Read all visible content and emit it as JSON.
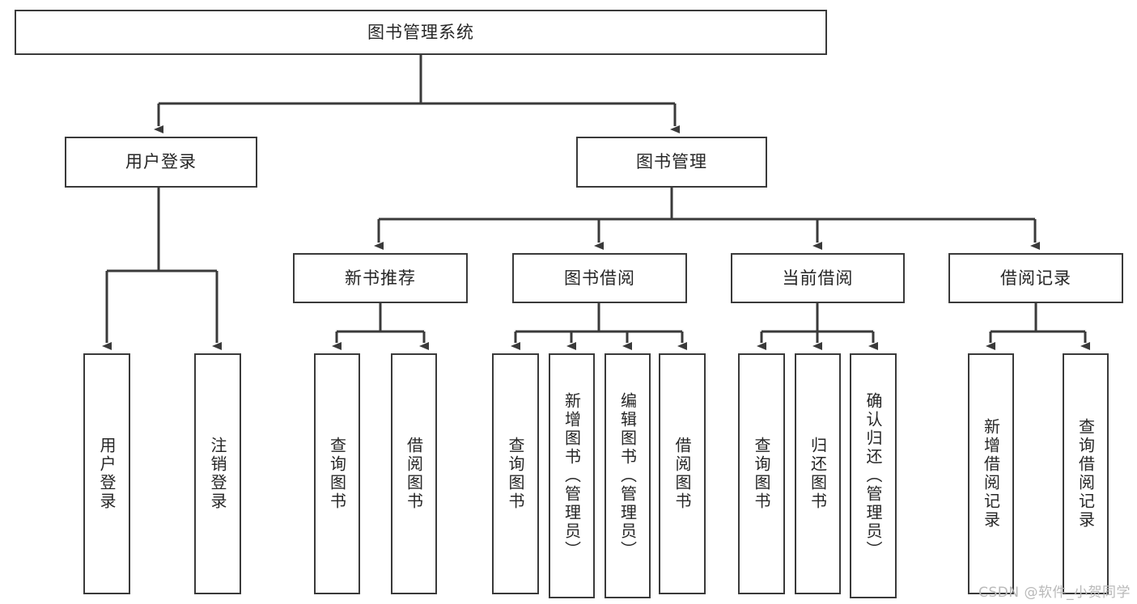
{
  "diagram": {
    "title": "图书管理系统",
    "type": "tree",
    "watermark": "CSDN @软件_小贺同学",
    "colors": {
      "box_border": "#3a3a3a",
      "box_fill": "#ffffff",
      "connector": "#3a3a3a",
      "text": "#262626",
      "watermark": "#b9b9b9",
      "background": "#ffffff"
    },
    "root": {
      "label": "图书管理系统"
    },
    "level2": [
      {
        "label": "用户登录"
      },
      {
        "label": "图书管理"
      }
    ],
    "level3": [
      {
        "label": "新书推荐"
      },
      {
        "label": "图书借阅"
      },
      {
        "label": "当前借阅"
      },
      {
        "label": "借阅记录"
      }
    ],
    "leaves": {
      "user_login": [
        {
          "label": "用户登录"
        },
        {
          "label": "注销登录"
        }
      ],
      "new_book": [
        {
          "label": "查询图书"
        },
        {
          "label": "借阅图书"
        }
      ],
      "book_borrow": [
        {
          "label": "查询图书"
        },
        {
          "label": "新增图书（管理员）"
        },
        {
          "label": "编辑图书（管理员）"
        },
        {
          "label": "借阅图书"
        }
      ],
      "current_borrow": [
        {
          "label": "查询图书"
        },
        {
          "label": "归还图书"
        },
        {
          "label": "确认归还（管理员）"
        }
      ],
      "borrow_record": [
        {
          "label": "新增借阅记录"
        },
        {
          "label": "查询借阅记录"
        }
      ]
    }
  }
}
